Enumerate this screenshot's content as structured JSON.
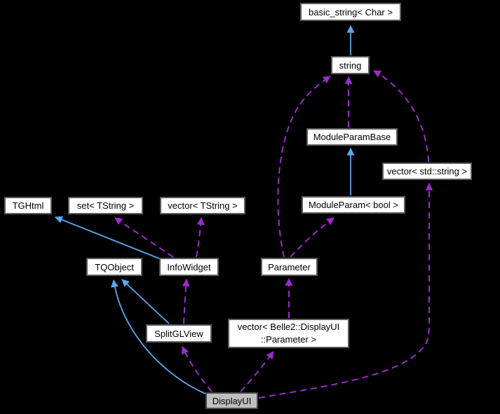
{
  "diagram": {
    "highlighted_node": "DisplayUI",
    "colors": {
      "background": "#000000",
      "node_fill": "#ffffff",
      "node_border": "#5c5c5c",
      "node_text": "#000000",
      "highlight_node_fill": "#bfbfbf",
      "inheritance_edge": "#5aa7f0",
      "usage_edge": "#9b2dc8"
    },
    "nodes": {
      "basic_string": {
        "label": "basic_string< Char >"
      },
      "string": {
        "label": "string"
      },
      "module_param_base": {
        "label": "ModuleParamBase"
      },
      "vector_std_string": {
        "label": "vector< std::string >"
      },
      "module_param_bool": {
        "label": "ModuleParam< bool >"
      },
      "tghtml": {
        "label": "TGHtml"
      },
      "set_tstring": {
        "label": "set< TString >"
      },
      "vector_tstring": {
        "label": "vector< TString >"
      },
      "tqobject": {
        "label": "TQObject"
      },
      "infowidget": {
        "label": "InfoWidget"
      },
      "parameter": {
        "label": "Parameter"
      },
      "splitglview": {
        "label": "SplitGLView"
      },
      "vector_displayui_parameter": {
        "label_line1": "vector< Belle2::DisplayUI",
        "label_line2": "::Parameter >"
      },
      "displayui": {
        "label": "DisplayUI"
      }
    },
    "edges": [
      {
        "from": "string",
        "to": "basic_string< Char >",
        "kind": "inheritance",
        "style": "solid-blue"
      },
      {
        "from": "ModuleParam< bool >",
        "to": "ModuleParamBase",
        "kind": "inheritance",
        "style": "solid-blue"
      },
      {
        "from": "InfoWidget",
        "to": "TGHtml",
        "kind": "inheritance",
        "style": "solid-blue"
      },
      {
        "from": "SplitGLView",
        "to": "TQObject",
        "kind": "inheritance",
        "style": "solid-blue"
      },
      {
        "from": "DisplayUI",
        "to": "TQObject",
        "kind": "inheritance",
        "style": "solid-blue"
      },
      {
        "from": "ModuleParamBase",
        "to": "string",
        "kind": "usage",
        "style": "dashed-purple"
      },
      {
        "from": "Parameter",
        "to": "string",
        "kind": "usage",
        "style": "dashed-purple"
      },
      {
        "from": "Parameter",
        "to": "ModuleParam< bool >",
        "kind": "usage",
        "style": "dashed-purple"
      },
      {
        "from": "vector< Belle2::DisplayUI::Parameter >",
        "to": "Parameter",
        "kind": "usage",
        "style": "dashed-purple"
      },
      {
        "from": "InfoWidget",
        "to": "set< TString >",
        "kind": "usage",
        "style": "dashed-purple"
      },
      {
        "from": "InfoWidget",
        "to": "vector< TString >",
        "kind": "usage",
        "style": "dashed-purple"
      },
      {
        "from": "SplitGLView",
        "to": "InfoWidget",
        "kind": "usage",
        "style": "dashed-purple"
      },
      {
        "from": "DisplayUI",
        "to": "SplitGLView",
        "kind": "usage",
        "style": "dashed-purple"
      },
      {
        "from": "DisplayUI",
        "to": "vector< Belle2::DisplayUI::Parameter >",
        "kind": "usage",
        "style": "dashed-purple"
      },
      {
        "from": "DisplayUI",
        "to": "vector< std::string >",
        "kind": "usage",
        "style": "dashed-purple"
      },
      {
        "from": "vector< std::string >",
        "to": "string",
        "kind": "usage",
        "style": "dashed-purple"
      }
    ]
  }
}
